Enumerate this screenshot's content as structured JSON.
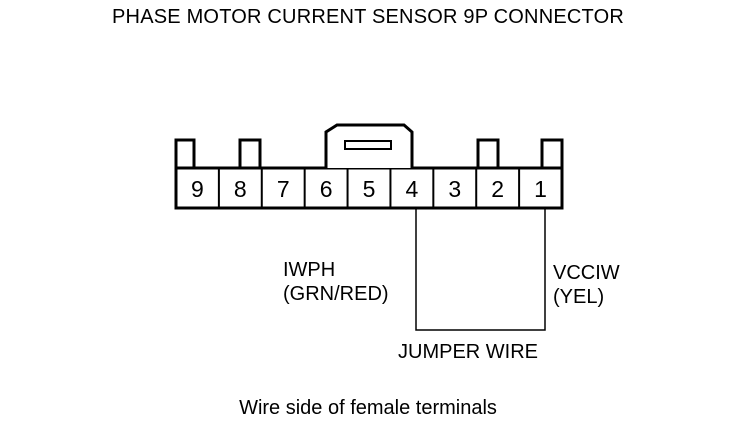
{
  "diagram": {
    "title": "PHASE MOTOR CURRENT SENSOR 9P CONNECTOR",
    "terminals": [
      "9",
      "8",
      "7",
      "6",
      "5",
      "4",
      "3",
      "2",
      "1"
    ],
    "wire_left": {
      "name": "IWPH",
      "color": "(GRN/RED)",
      "terminal": "4"
    },
    "wire_right": {
      "name": "VCCIW",
      "color": "(YEL)",
      "terminal": "1"
    },
    "jumper_label": "JUMPER WIRE",
    "caption": "Wire side of female terminals"
  }
}
